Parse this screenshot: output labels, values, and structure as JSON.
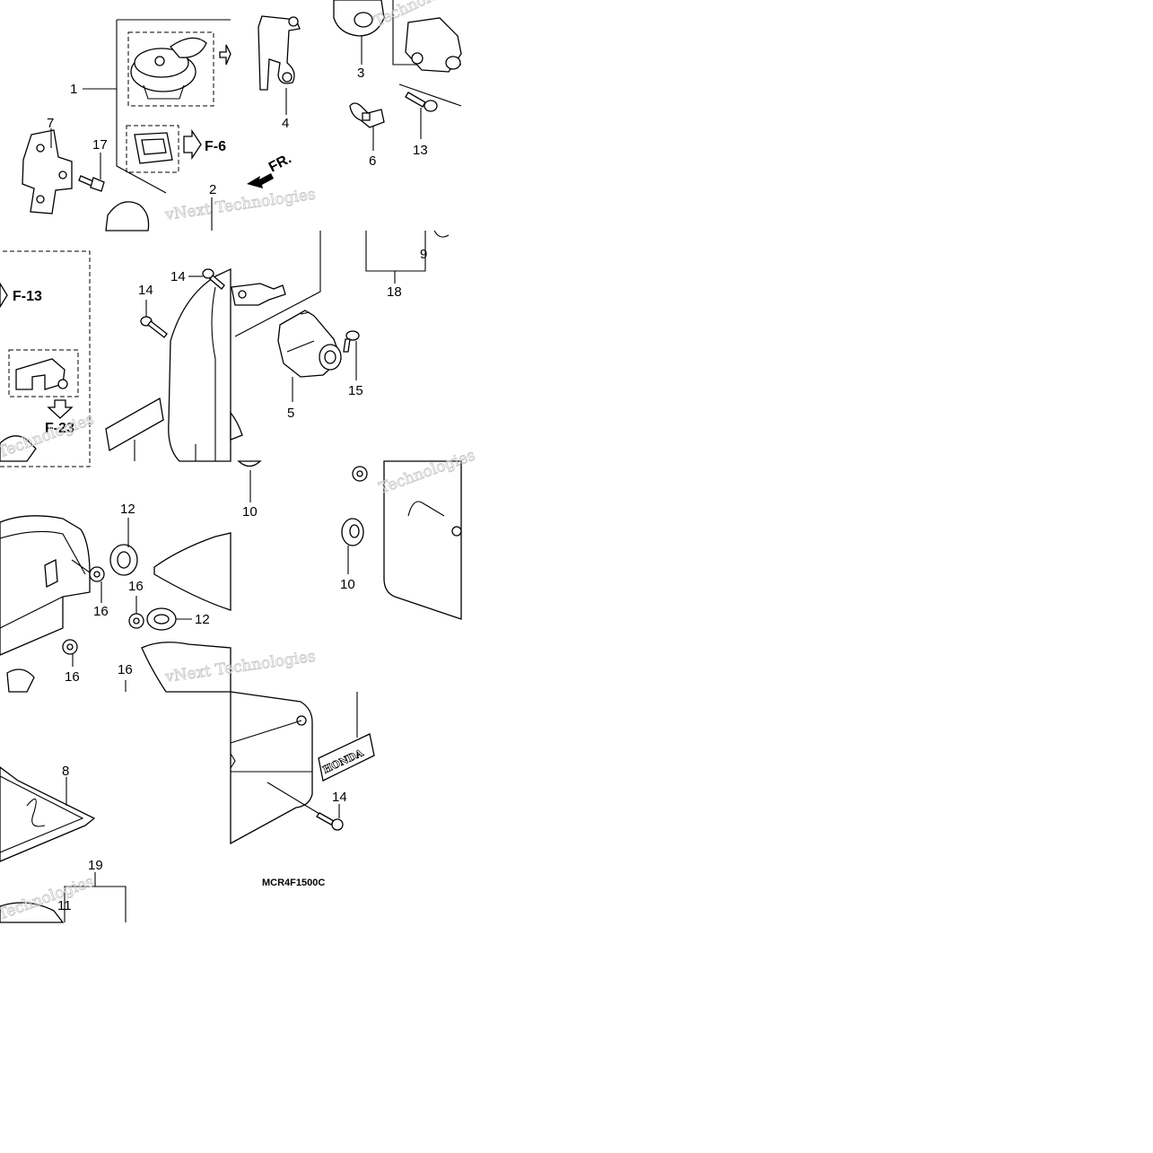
{
  "callouts": {
    "c1": "1",
    "c2": "2",
    "c3": "3",
    "c4": "4",
    "c5": "5",
    "c6": "6",
    "c7": "7",
    "c8": "8",
    "c9": "9",
    "c10a": "10",
    "c10b": "10",
    "c11": "11",
    "c12a": "12",
    "c12b": "12",
    "c13": "13",
    "c14a": "14",
    "c14b": "14",
    "c14c": "14",
    "c15": "15",
    "c16a": "16",
    "c16b": "16",
    "c16c": "16",
    "c16d": "16",
    "c17": "17",
    "c18": "18",
    "c19": "19"
  },
  "refs": {
    "f6": "F-6",
    "f13": "F-13",
    "f23": "F-23",
    "fr": "FR."
  },
  "decal_text": "HONDA",
  "diagram_code": "MCR4F1500C",
  "watermark": [
    "vNext Technologies",
    "Technologies"
  ]
}
